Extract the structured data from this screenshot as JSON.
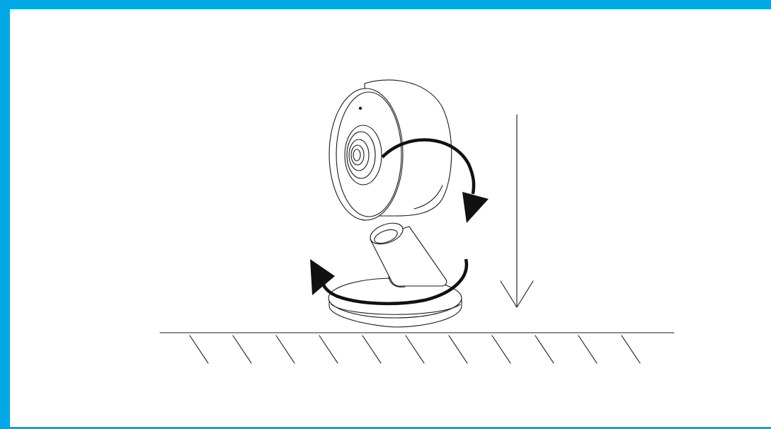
{
  "figure": {
    "subject": "indoor-camera-on-stand",
    "gestures": [
      "tilt-down",
      "swivel-base",
      "lower-onto-surface"
    ]
  },
  "colors": {
    "frame_accent": "#00a8e6",
    "line": "#1a1a1a",
    "background": "#ffffff"
  },
  "icons": [
    "camera-icon",
    "tilt-arrow-icon",
    "rotate-arrow-icon",
    "down-arrow-icon",
    "surface-hatch-icon"
  ]
}
